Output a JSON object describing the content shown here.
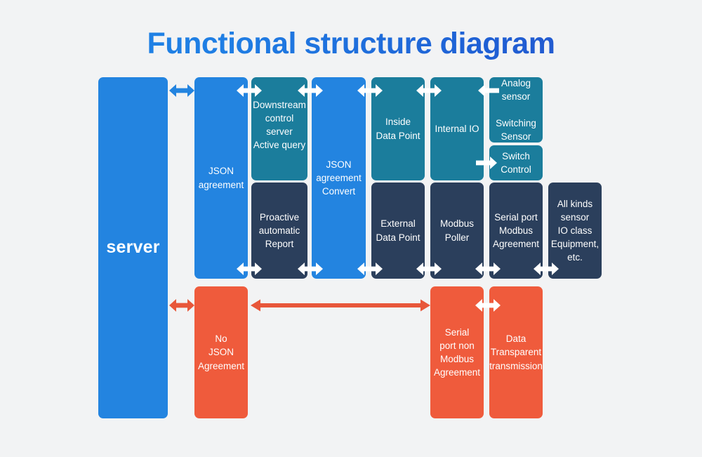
{
  "title": "Functional structure diagram",
  "colors": {
    "background": "#f2f3f4",
    "blue": "#2384e0",
    "teal": "#1b7d9c",
    "navy": "#2b3f5c",
    "orange": "#ef5b3c",
    "arrow_white": "#ffffff",
    "arrow_orange": "#e8573a",
    "title_gradient_start": "#1e84e6",
    "title_gradient_end": "#2a50c8"
  },
  "columns": [
    {
      "id": "col-server",
      "nodes": [
        {
          "id": "server",
          "label": "server",
          "color": "blue"
        }
      ]
    },
    {
      "id": "col-json-agreement",
      "nodes": [
        {
          "id": "json-agreement",
          "label": "JSON\nagreement",
          "color": "blue"
        },
        {
          "id": "no-json-agreement",
          "label": "No\nJSON\nAgreement",
          "color": "orange"
        }
      ]
    },
    {
      "id": "col-downstream",
      "nodes": [
        {
          "id": "downstream-control-server",
          "label": "Downstream\ncontrol\nserver\nActive query",
          "color": "teal"
        },
        {
          "id": "proactive-automatic-report",
          "label": "Proactive\nautomatic\nReport",
          "color": "navy"
        }
      ]
    },
    {
      "id": "col-json-convert",
      "nodes": [
        {
          "id": "json-agreement-convert",
          "label": "JSON\nagreement\nConvert",
          "color": "blue"
        }
      ]
    },
    {
      "id": "col-data-point",
      "nodes": [
        {
          "id": "inside-data-point",
          "label": "Inside\nData Point",
          "color": "teal"
        },
        {
          "id": "external-data-point",
          "label": "External\nData Point",
          "color": "navy"
        }
      ]
    },
    {
      "id": "col-io",
      "nodes": [
        {
          "id": "internal-io",
          "label": "Internal IO",
          "color": "teal"
        },
        {
          "id": "modbus-poller",
          "label": "Modbus\nPoller",
          "color": "navy"
        },
        {
          "id": "serial-port-non-modbus",
          "label": "Serial\nport non\nModbus\nAgreement",
          "color": "orange"
        }
      ]
    },
    {
      "id": "col-sensor",
      "nodes": [
        {
          "id": "analog-switching-sensor",
          "label": "Analog\nsensor\n\nSwitching\nSensor",
          "color": "teal"
        },
        {
          "id": "switch-control",
          "label": "Switch\nControl",
          "color": "teal"
        },
        {
          "id": "serial-port-modbus-agreement",
          "label": "Serial port\nModbus\nAgreement",
          "color": "navy"
        },
        {
          "id": "data-transparent-transmission",
          "label": "Data\nTransparent\ntransmission",
          "color": "orange"
        }
      ]
    },
    {
      "id": "col-equipment",
      "nodes": [
        {
          "id": "all-kinds-sensor",
          "label": "All kinds\nsensor\nIO class\nEquipment,\netc.",
          "color": "navy"
        }
      ]
    }
  ],
  "connectors": [
    {
      "id": "server-to-json-agreement",
      "type": "double-arrow-white-blue"
    },
    {
      "id": "json-agreement-to-downstream-top",
      "type": "double-arrow-white"
    },
    {
      "id": "json-agreement-to-proactive-bottom",
      "type": "double-arrow-white"
    },
    {
      "id": "downstream-to-convert-top",
      "type": "double-arrow-white"
    },
    {
      "id": "proactive-to-convert-bottom",
      "type": "double-arrow-white"
    },
    {
      "id": "convert-to-inside-data-point",
      "type": "double-arrow-white"
    },
    {
      "id": "convert-to-external-data-point",
      "type": "double-arrow-white"
    },
    {
      "id": "inside-data-point-to-internal-io",
      "type": "double-arrow-white"
    },
    {
      "id": "external-data-point-to-modbus-poller",
      "type": "double-arrow-white"
    },
    {
      "id": "internal-io-to-analog-sensor",
      "type": "single-arrow-left-white"
    },
    {
      "id": "internal-io-to-switch-control",
      "type": "single-arrow-right-white"
    },
    {
      "id": "modbus-poller-to-serial-port-modbus",
      "type": "double-arrow-white"
    },
    {
      "id": "serial-port-modbus-to-all-kinds-sensor",
      "type": "double-arrow-white"
    },
    {
      "id": "server-to-no-json-agreement",
      "type": "double-arrow-orange"
    },
    {
      "id": "no-json-agreement-to-serial-port-non-modbus",
      "type": "long-double-arrow-orange"
    },
    {
      "id": "serial-port-non-modbus-to-data-transparent",
      "type": "double-arrow-white"
    }
  ]
}
